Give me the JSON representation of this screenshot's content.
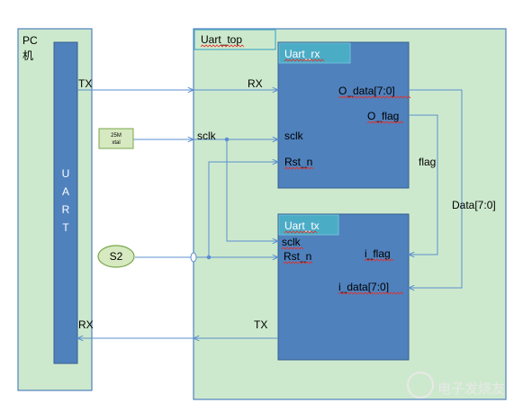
{
  "pc": {
    "title": "PC",
    "subtitle": "机",
    "uart_label": "UART"
  },
  "top": {
    "title": "Uart_top"
  },
  "rx_block": {
    "title": "Uart_rx",
    "o_data": "O_data[7:0]",
    "o_flag": "O_flag",
    "sclk": "sclk",
    "rst_n": "Rst_n"
  },
  "tx_block": {
    "title": "Uart_tx",
    "sclk": "sclk",
    "rst_n": "Rst_n",
    "i_flag": "i_flag",
    "i_data": "i_data[7:0]"
  },
  "signals": {
    "tx_out": "TX",
    "rx_in": "RX",
    "sclk": "sclk",
    "flag": "flag",
    "data": "Data[7:0]",
    "tx_back": "TX",
    "rx_back": "RX"
  },
  "xtal": {
    "line1": "25M",
    "line2": "xtal"
  },
  "switch": {
    "label": "S2"
  },
  "watermark": {
    "text": "电子发烧友"
  },
  "colors": {
    "bg_green": "#cde9cd",
    "block_blue": "#4f81bd",
    "block_border": "#35608f",
    "title_teal": "#4bacc6",
    "wire": "#5b8fd0",
    "ellipse_fill": "#d7e9c1",
    "ellipse_stroke": "#78a84a"
  }
}
